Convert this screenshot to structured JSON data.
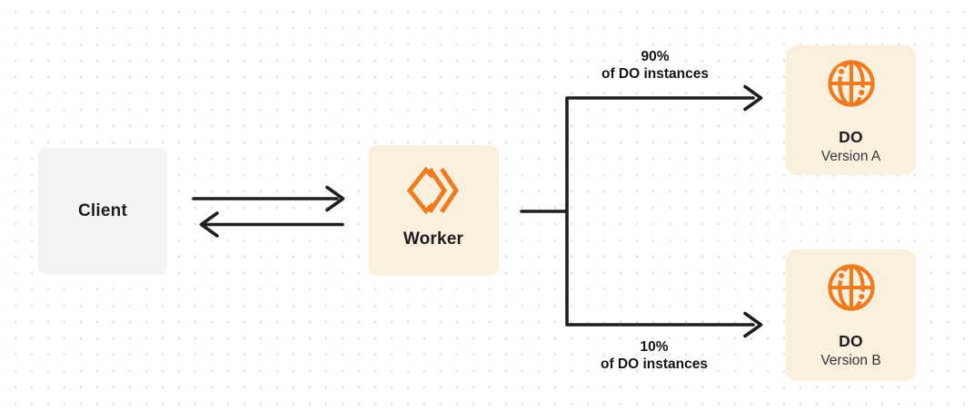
{
  "diagram": {
    "description": "Request flow: Client to Worker, Worker splitting traffic between two Durable Object versions"
  },
  "colors": {
    "accent_orange": "#ee7b1e",
    "panel_cream": "#fbefdd",
    "panel_gray": "#f4f4f6",
    "ink": "#1d1d1f",
    "line": "#1e1e20",
    "grid_dot": "#e2e2e5",
    "background": "#ffffff"
  },
  "nodes": {
    "client": {
      "label": "Client"
    },
    "worker": {
      "label": "Worker",
      "icon": "cloudflare-workers-icon"
    },
    "do_version_a": {
      "title": "DO",
      "subtitle": "Version A",
      "icon": "globe-icon"
    },
    "do_version_b": {
      "title": "DO",
      "subtitle": "Version B",
      "icon": "globe-icon"
    }
  },
  "edges": {
    "client_worker": {
      "type": "bidirectional-arrows"
    },
    "split_top": {
      "percent": "90%",
      "caption": "of DO instances"
    },
    "split_bottom": {
      "percent": "10%",
      "caption": "of DO instances"
    }
  }
}
